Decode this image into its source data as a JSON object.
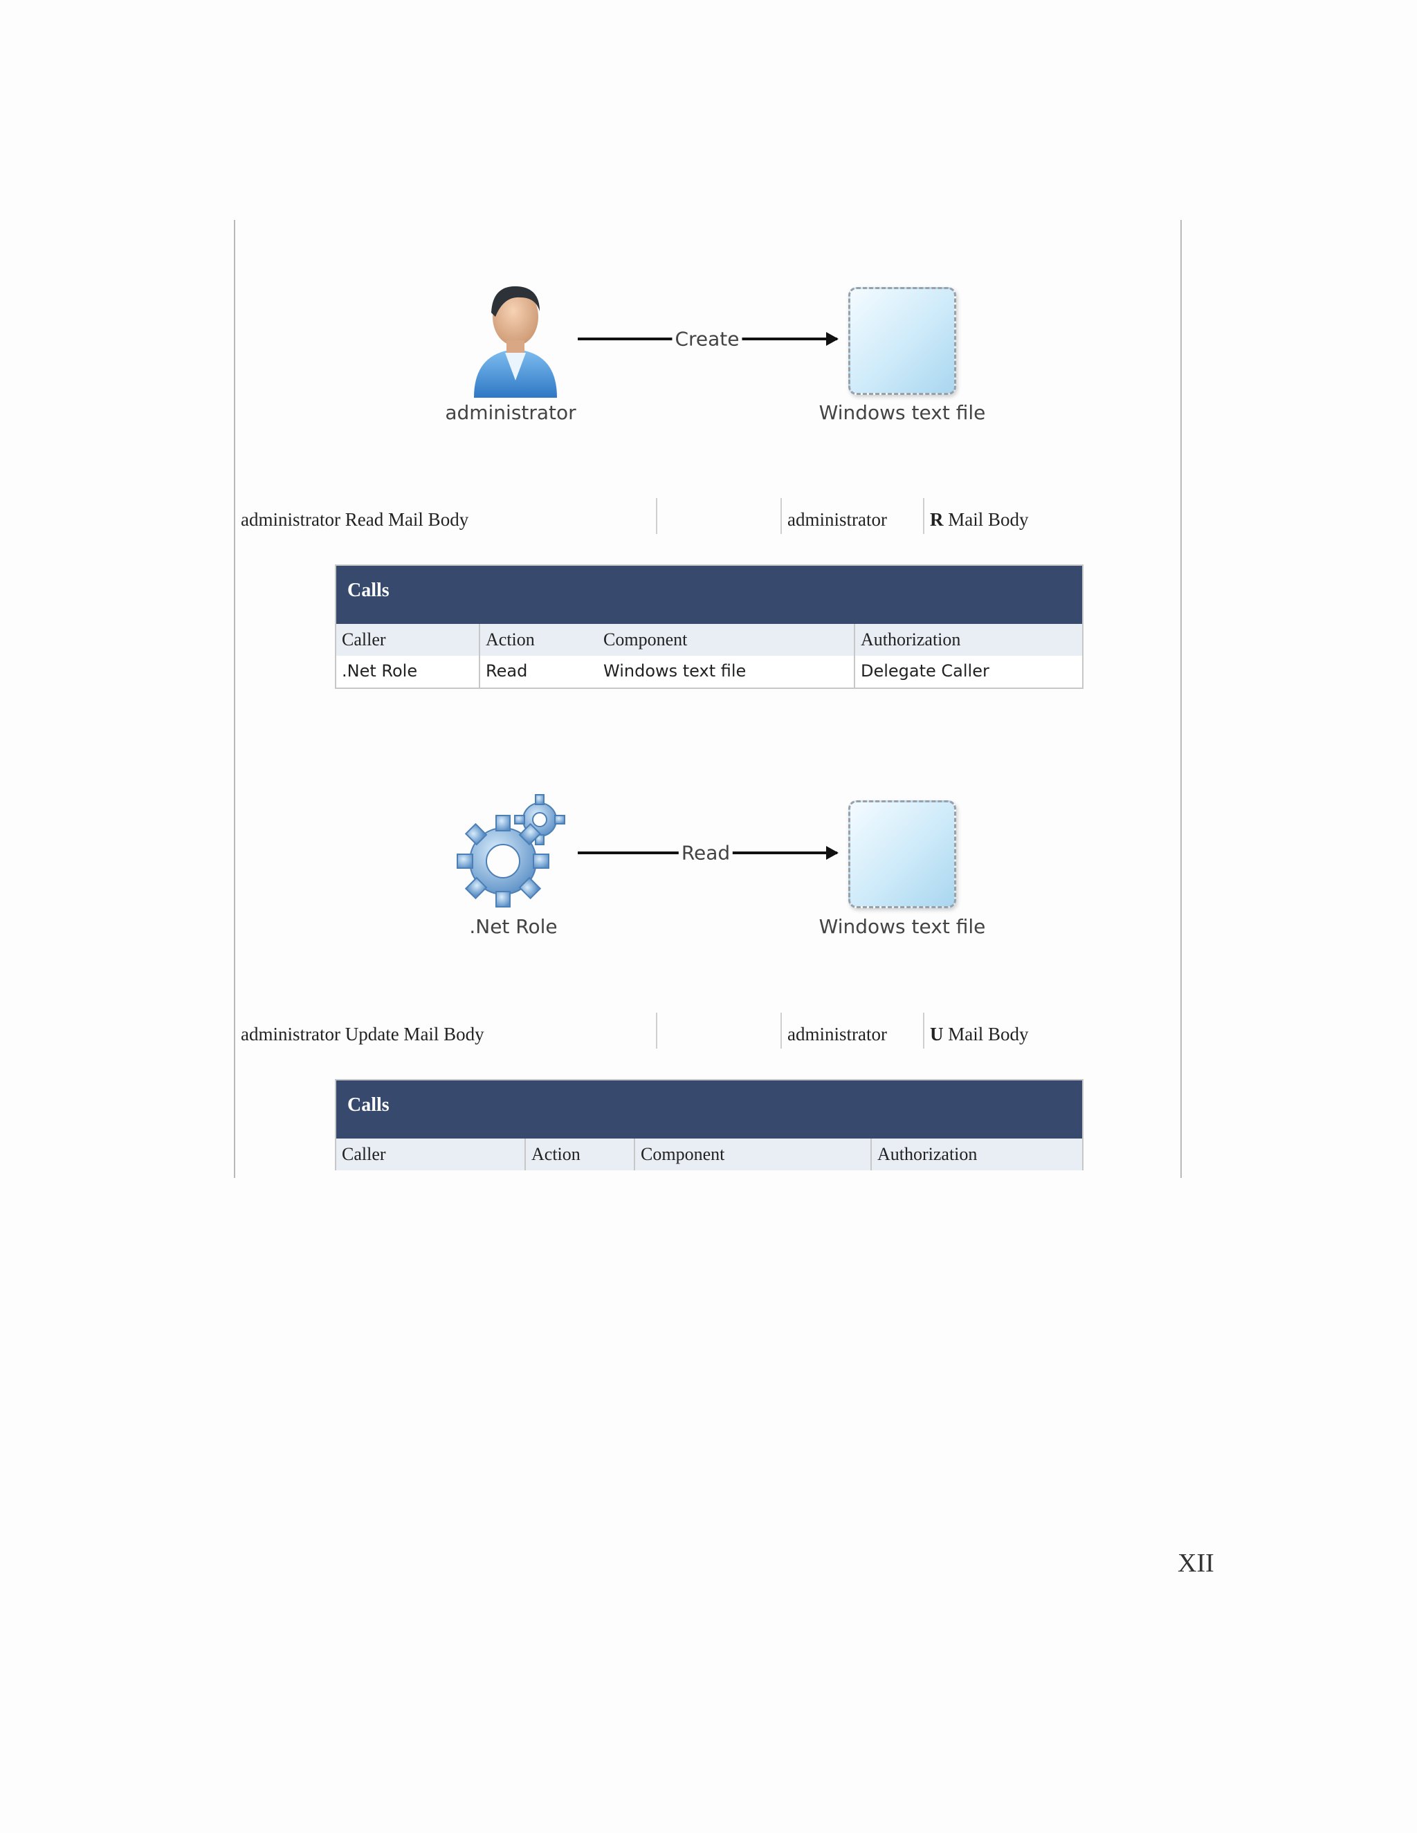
{
  "diagram1": {
    "actor_label": "administrator",
    "arrow_label": "Create",
    "target_label": "Windows text file"
  },
  "section1": {
    "title": "administrator Read Mail Body",
    "owner": "administrator",
    "perm_letter": "R",
    "perm_text": " Mail Body"
  },
  "table1": {
    "title": "Calls",
    "headers": [
      "Caller",
      "Action",
      "Component",
      "Authorization"
    ],
    "rows": [
      [
        ".Net Role",
        "Read",
        "Windows text file",
        "Delegate Caller"
      ]
    ]
  },
  "diagram2": {
    "actor_label": ".Net Role",
    "arrow_label": "Read",
    "target_label": "Windows text file"
  },
  "section2": {
    "title": "administrator Update Mail Body",
    "owner": "administrator",
    "perm_letter": "U",
    "perm_text": " Mail Body"
  },
  "table2": {
    "title": "Calls",
    "headers": [
      "Caller",
      "Action",
      "Component",
      "Authorization"
    ]
  },
  "page_number": "XII",
  "icons": {
    "actor1": "administrator-user-icon",
    "target": "windows-text-file-icon",
    "actor2": "gear-role-icon"
  }
}
